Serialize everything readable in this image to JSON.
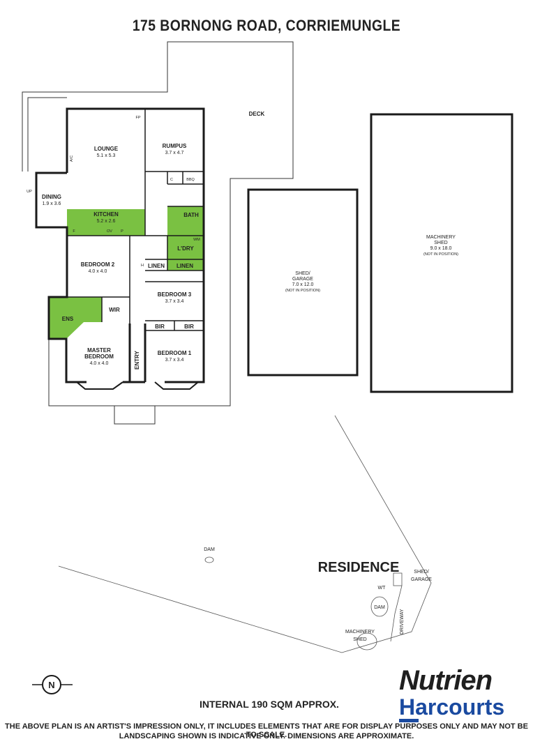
{
  "title": "175 BORNONG ROAD, CORRIEMUNGLE",
  "rooms": {
    "deck": "DECK",
    "lounge": {
      "name": "LOUNGE",
      "dims": "5.1 x 5.3"
    },
    "rumpus": {
      "name": "RUMPUS",
      "dims": "3.7 x 4.7"
    },
    "dining": {
      "name": "DINING",
      "dims": "1.9 x 3.6"
    },
    "kitchen": {
      "name": "KITCHEN",
      "dims": "5.2 x 2.6"
    },
    "bath": "BATH",
    "laundry": "L'DRY",
    "bedroom2": {
      "name": "BEDROOM 2",
      "dims": "4.0 x 4.0"
    },
    "bedroom3": {
      "name": "BEDROOM 3",
      "dims": "3.7 x 3.4"
    },
    "bedroom1": {
      "name": "BEDROOM 1",
      "dims": "3.7 x 3.4"
    },
    "master": {
      "name1": "MASTER",
      "name2": "BEDROOM",
      "dims": "4.0 x 4.0"
    },
    "ens": "ENS",
    "wir": "WIR",
    "entry": "ENTRY",
    "linen1": "LINEN",
    "linen2": "LINEN",
    "bir1": "BIR",
    "bir2": "BIR"
  },
  "fixtures": {
    "c": "C",
    "bbq": "BBQ",
    "f": "F",
    "ov": "OV",
    "p": "P",
    "wm": "WM",
    "fp": "FP",
    "ac": "A/C",
    "h": "H",
    "up": "UP"
  },
  "sheds": {
    "shed": {
      "name1": "SHED/",
      "name2": "GARAGE",
      "dims": "7.0 x 12.0",
      "note": "(NOT IN POSITION)"
    },
    "machinery": {
      "name1": "MACHINERY",
      "name2": "SHED",
      "dims": "9.0 x 18.0",
      "note": "(NOT IN POSITION)"
    }
  },
  "site": {
    "dam_top": "DAM",
    "residence": "RESIDENCE",
    "shed_garage1": "SHED/",
    "shed_garage2": "GARAGE",
    "wt": "WT",
    "dam": "DAM",
    "machinery1": "MACHINERY",
    "machinery2": "SHED",
    "driveway": "DRIVEWAY"
  },
  "north": "N",
  "internal_area": "INTERNAL 190 SQM APPROX.",
  "disclaimer_1": "THE ABOVE PLAN IS AN ARTIST'S IMPRESSION ONLY, IT INCLUDES ELEMENTS THAT ARE FOR DISPLAY PURPOSES ONLY AND MAY NOT BE TO SCALE.",
  "disclaimer_2": "LANDSCAPING SHOWN IS INDICATIVE ONLY. DIMENSIONS ARE APPROXIMATE.",
  "logo": {
    "line1": "Nutrien",
    "line2": "Harcourts"
  },
  "colors": {
    "wet_area": "#7ac142",
    "wall": "#1a1a1a",
    "brand_blue": "#1a4aa0"
  }
}
